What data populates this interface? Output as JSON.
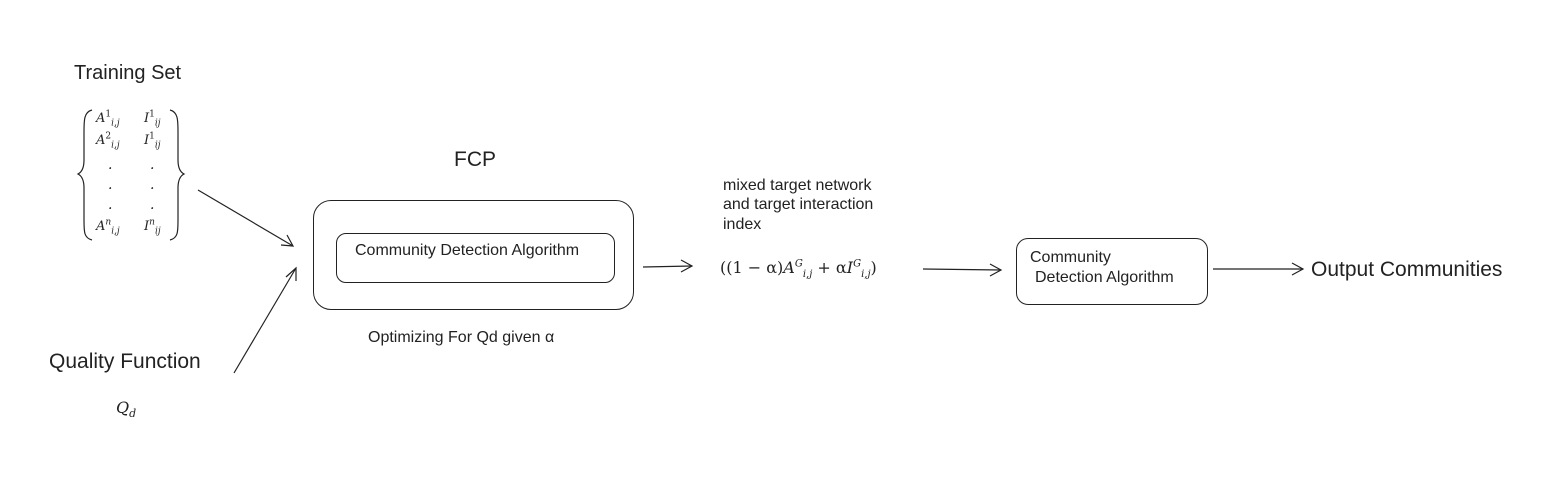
{
  "training_set": {
    "title": "Training Set",
    "matrix": {
      "rows": [
        {
          "A_base": "A",
          "A_sup": "1",
          "A_sub": "i,j",
          "I_base": "I",
          "I_sup": "1",
          "I_sub": "ij"
        },
        {
          "A_base": "A",
          "A_sup": "2",
          "A_sub": "i,j",
          "I_base": "I",
          "I_sup": "1",
          "I_sub": "ij"
        },
        {
          "A_base": "A",
          "A_sup": "n",
          "A_sub": "i,j",
          "I_base": "I",
          "I_sup": "n",
          "I_sub": "ij"
        }
      ],
      "dot": "."
    }
  },
  "quality_function": {
    "label": "Quality Function",
    "symbol_base": "Q",
    "symbol_sub": "d"
  },
  "fcp": {
    "title": "FCP",
    "inner_label": "Community Detection Algorithm",
    "caption": "Optimizing For Qd given α"
  },
  "mixed": {
    "line1": "mixed target network",
    "line2": "and target interaction",
    "line3": "index",
    "formula": {
      "prefix": "((1 − α)",
      "A_base": "A",
      "A_sup": "G",
      "A_sub": "i,j",
      "mid": " + α",
      "I_base": "I",
      "I_sup": "G",
      "I_sub": "i,j",
      "suffix": ")"
    }
  },
  "community_box": {
    "line1": "Community",
    "line2": "Detection Algorithm"
  },
  "output": {
    "label": "Output Communities"
  }
}
